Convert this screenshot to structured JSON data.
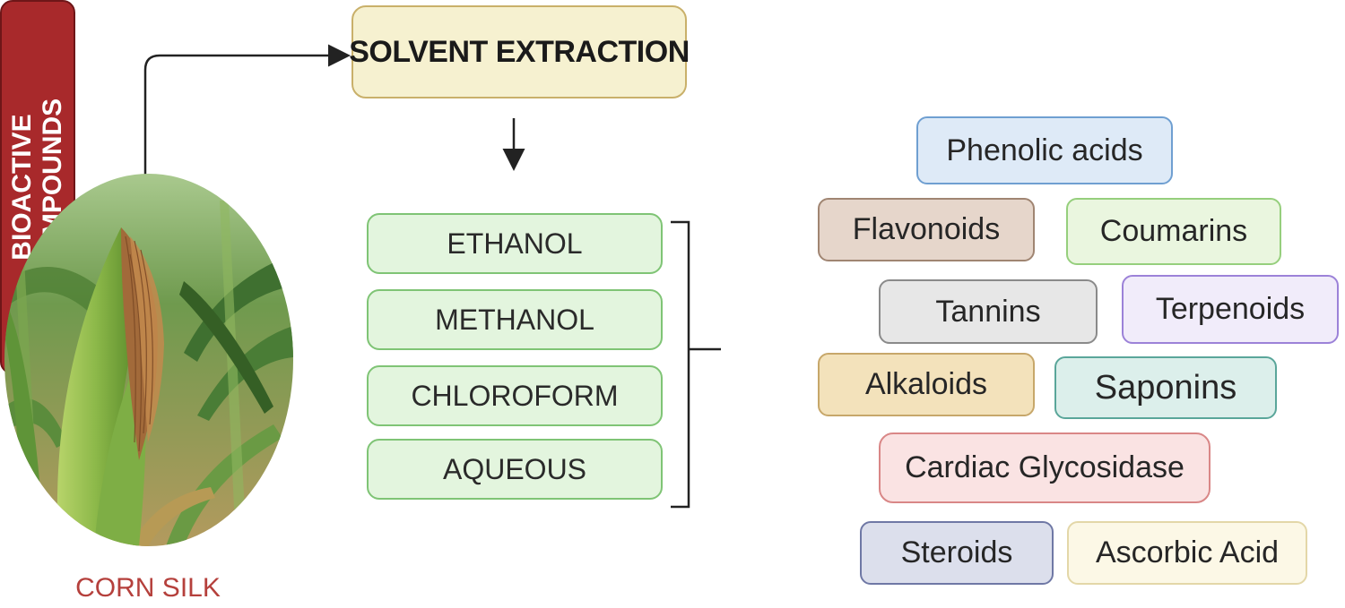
{
  "extraction_label": "SOLVENT EXTRACTION",
  "solvents": [
    "ETHANOL",
    "METHANOL",
    "CHLOROFORM",
    "AQUEOUS"
  ],
  "bioactive": [
    "BIOACTIVE",
    "COMPOUNDS"
  ],
  "compounds": [
    "Phenolic acids",
    "Flavonoids",
    "Coumarins",
    "Tannins",
    "Terpenoids",
    "Alkaloids",
    "Saponins",
    "Cardiac Glycosidase",
    "Steroids",
    "Ascorbic Acid"
  ],
  "corn_label": "CORN SILK",
  "colors": {
    "bioactive_fill": "#a8292b",
    "corn_label": "#b5403c",
    "solvent_fill": "#e3f5de",
    "extraction_fill": "#f6f1d0"
  }
}
